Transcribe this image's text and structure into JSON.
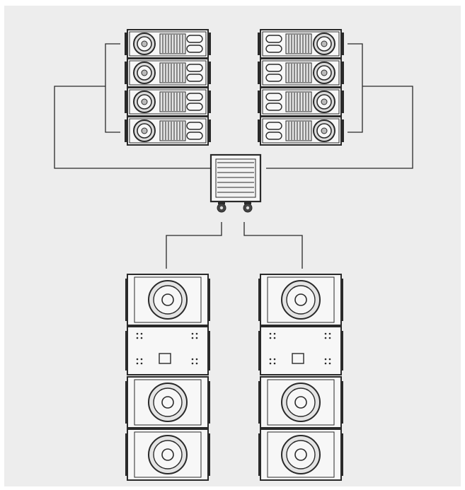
{
  "diagram": {
    "background_color": "#ffffff",
    "panel_color": "#ededed",
    "line_color": "#2a2a2a",
    "cabinet_fill": "#f7f7f7",
    "groups": [
      {
        "name": "top-left-array",
        "modules": 4,
        "style": "line-array"
      },
      {
        "name": "top-right-array",
        "modules": 4,
        "style": "line-array"
      },
      {
        "name": "bottom-left-stack",
        "modules": 4,
        "style": "subwoofer-stack"
      },
      {
        "name": "bottom-right-stack",
        "modules": 4,
        "style": "subwoofer-stack"
      }
    ],
    "center_unit": {
      "name": "amplifier-rack-cart",
      "vents": 7,
      "casters": 2
    }
  }
}
